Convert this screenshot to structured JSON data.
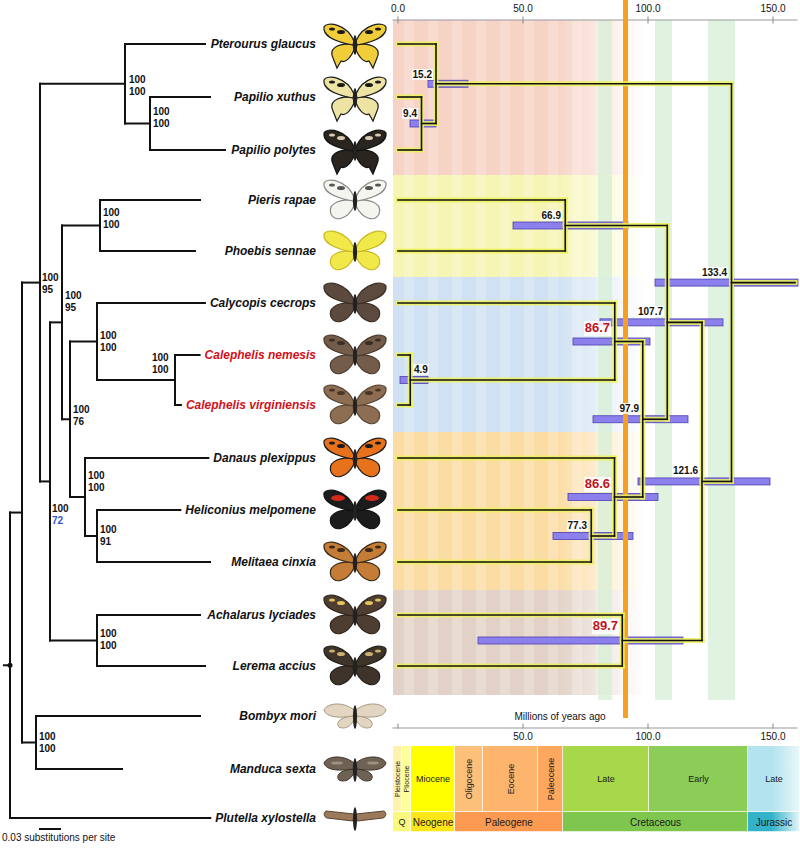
{
  "diagram": {
    "nodes": [
      {
        "text": [
          "Pleistocene"
        ]
      },
      {
        "text": [
          "Pliocene"
        ]
      },
      {
        "text": [
          "Miocene"
        ]
      },
      {
        "text": [
          "Oligocene"
        ]
      },
      {
        "text": [
          "Eocene"
        ]
      },
      {
        "text": [
          "Paleocene"
        ]
      },
      {
        "text": [
          "Late"
        ]
      },
      {
        "text": [
          "Early"
        ]
      },
      {
        "text": [
          "Late"
        ]
      },
      {
        "text": [
          "Q"
        ]
      },
      {
        "text": [
          "Neogene"
        ]
      },
      {
        "text": [
          "Paleogene"
        ]
      },
      {
        "text": [
          "Cretaceous"
        ]
      },
      {
        "text": [
          "Jurassic"
        ]
      }
    ],
    "labels": [
      "Pterourus glaucus",
      "Papilio xuthus",
      "Papilio polytes",
      "Pieris rapae",
      "Phoebis sennae",
      "Calycopis cecrops",
      "Calephelis nemesis",
      "Calephelis virginiensis",
      "Danaus plexippus",
      "Heliconius melpomene",
      "Melitaea cinxia",
      "Achalarus lyciades",
      "Lerema accius",
      "Bombyx mori",
      "Manduca sexta",
      "Plutella xylostella",
      "100",
      "100",
      "100",
      "100",
      "100",
      "100",
      "100",
      "95",
      "100",
      "95",
      "100",
      "100",
      "100",
      "100",
      "100",
      "76",
      "100",
      "100",
      "100",
      "91",
      "100",
      "72",
      "100",
      "100",
      "100",
      "100",
      "15.2",
      "9.4",
      "66.9",
      "133.4",
      "107.7",
      "86.7",
      "4.9",
      "97.9",
      "121.6",
      "86.6",
      "77.3",
      "89.7",
      "0.0",
      "50.0",
      "100.0",
      "150.0",
      "Millions of years ago",
      "50.0",
      "100.0",
      "150.0",
      "0.03 substitutions per site"
    ]
  }
}
